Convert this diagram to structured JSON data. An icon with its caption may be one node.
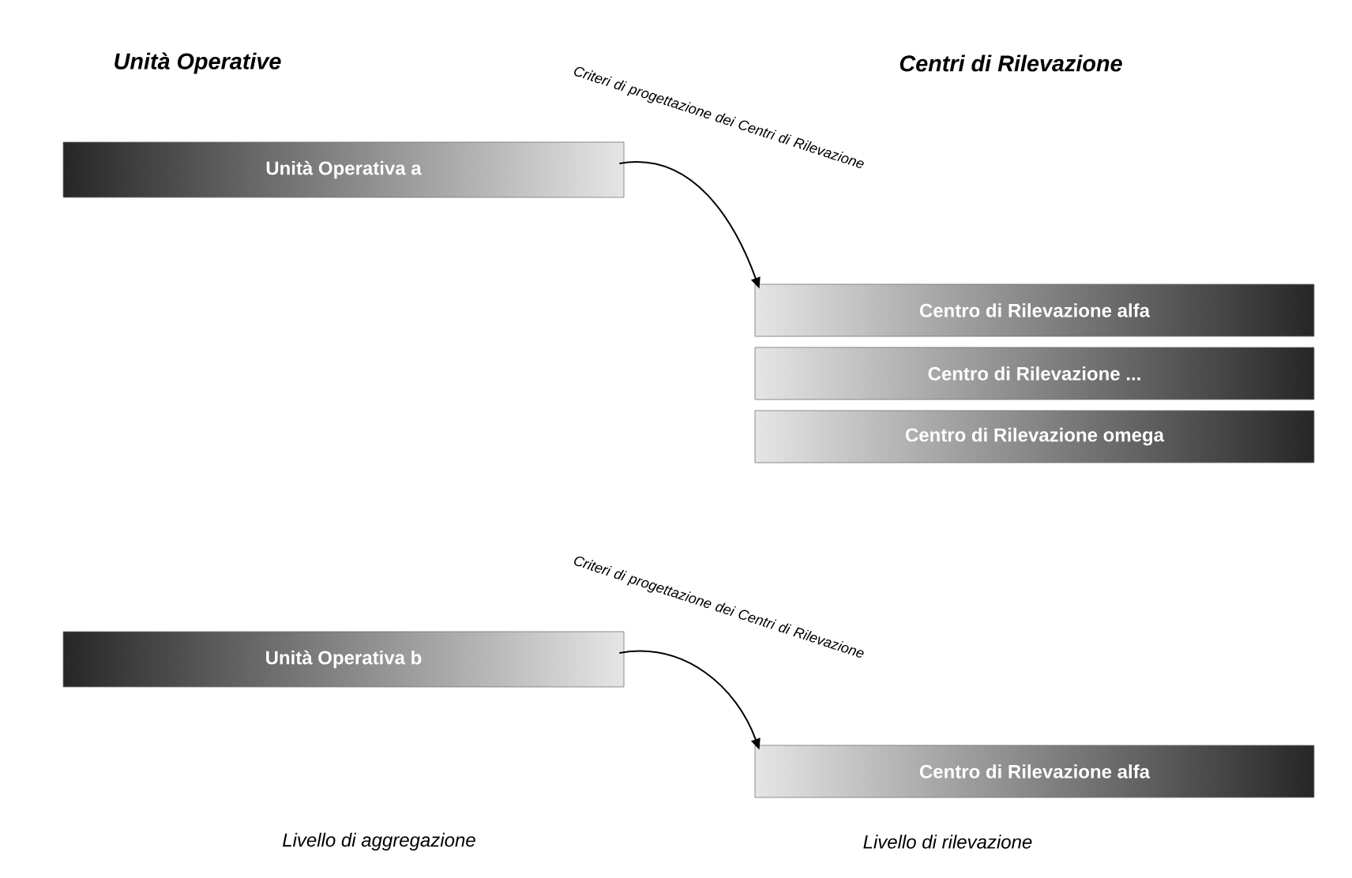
{
  "diagram": {
    "nodes": [
      {
        "text": [
          "Unità Operativa a"
        ]
      },
      {
        "text": [
          "Centro di Rilevazione alfa"
        ]
      },
      {
        "text": [
          "Centro di Rilevazione ..."
        ]
      },
      {
        "text": [
          "Centro di Rilevazione omega"
        ]
      },
      {
        "text": [
          "Unità Operativa b"
        ]
      },
      {
        "text": [
          "Centro di Rilevazione alfa"
        ]
      }
    ],
    "edges": [
      {
        "from": 0,
        "to": 1,
        "arrow": "to",
        "label": "Criteri di progettazione dei Centri di Rilevazione"
      },
      {
        "from": 4,
        "to": 5,
        "arrow": "to",
        "label": "Criteri di progettazione dei Centri di Rilevazione"
      }
    ],
    "labels": [
      "Unità Operative",
      "Centri di Rilevazione",
      "Livello di aggregazione",
      "Livello di rilevazione"
    ]
  }
}
